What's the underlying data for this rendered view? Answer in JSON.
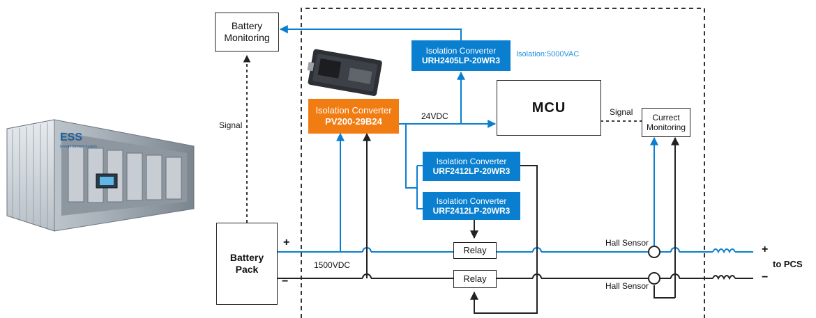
{
  "colors": {
    "blue": "#0a7fd0",
    "orange": "#f07c12",
    "dark": "#222222",
    "isolation_note": "#1e90e0"
  },
  "ess": {
    "logo": "ESS",
    "subtitle": "Energy Storage System"
  },
  "boxes": {
    "battery_monitoring": {
      "line1": "Battery",
      "line2": "Monitoring"
    },
    "battery_pack": {
      "line1": "Battery",
      "line2": "Pack"
    },
    "mcu": {
      "label": "MCU"
    },
    "current_monitoring": {
      "line1": "Currect",
      "line2": "Monitoring"
    },
    "pv200": {
      "line1": "Isolation Converter",
      "line2": "PV200-29B24"
    },
    "urh2405": {
      "line1": "Isolation Converter",
      "line2": "URH2405LP-20WR3"
    },
    "urf2412_a": {
      "line1": "Isolation Converter",
      "line2": "URF2412LP-20WR3"
    },
    "urf2412_b": {
      "line1": "Isolation Converter",
      "line2": "URF2412LP-20WR3"
    },
    "relay_top": {
      "label": "Relay"
    },
    "relay_bottom": {
      "label": "Relay"
    }
  },
  "labels": {
    "isolation_note": "Isolation:5000VAC",
    "vdc24": "24VDC",
    "vdc1500": "1500VDC",
    "signal_left": "Signal",
    "signal_right": "Signal",
    "hall_top": "Hall Sensor",
    "hall_bottom": "Hall Sensor",
    "plus_left": "+",
    "minus_left": "−",
    "plus_right": "+",
    "minus_right": "−",
    "to_pcs": "to PCS"
  }
}
